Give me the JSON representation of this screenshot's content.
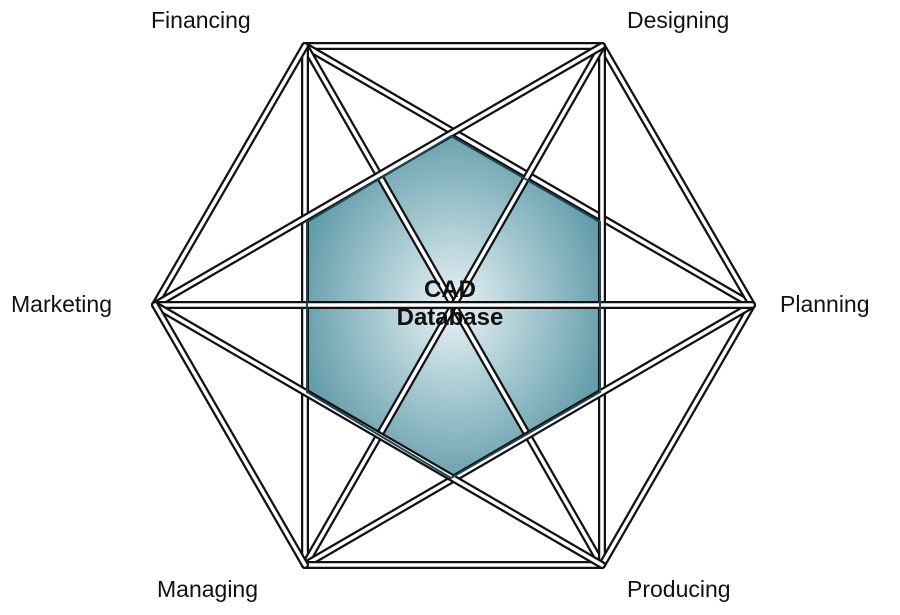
{
  "center": {
    "line1": "CAD",
    "line2": "Database"
  },
  "nodes": [
    {
      "id": "financing",
      "label": "Financing"
    },
    {
      "id": "designing",
      "label": "Designing"
    },
    {
      "id": "planning",
      "label": "Planning"
    },
    {
      "id": "producing",
      "label": "Producing"
    },
    {
      "id": "managing",
      "label": "Managing"
    },
    {
      "id": "marketing",
      "label": "Marketing"
    }
  ],
  "colors": {
    "line_outer": "#111111",
    "line_inner": "#ffffff",
    "hub_light": "#e8f3f6",
    "hub_dark": "#5f9aa8",
    "hub_stroke": "#1f4650"
  }
}
